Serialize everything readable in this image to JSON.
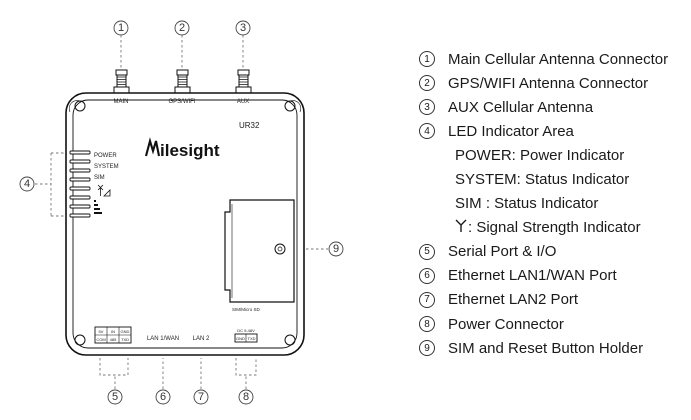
{
  "device": {
    "brand": "Milesight",
    "model": "UR32",
    "antenna_labels": [
      "MAIN",
      "GPS/WIFI",
      "AUX"
    ],
    "led_labels": [
      "POWER",
      "SYSTEM",
      "SIM"
    ],
    "port_labels": {
      "lan1": "LAN 1/WAN",
      "lan2": "LAN 2",
      "power": "DC 9-48V",
      "sd": "SIM/Micro SD"
    },
    "serial_pins_top": [
      "5V",
      "IN",
      "GND"
    ],
    "serial_pins_bottom": [
      "COM",
      "485",
      "TXD"
    ],
    "power_pins": [
      "GND",
      "TXD"
    ]
  },
  "callouts": [
    "1",
    "2",
    "3",
    "4",
    "5",
    "6",
    "7",
    "8",
    "9"
  ],
  "legend": [
    {
      "num": "1",
      "text": "Main Cellular Antenna Connector"
    },
    {
      "num": "2",
      "text": "GPS/WIFI Antenna Connector"
    },
    {
      "num": "3",
      "text": "AUX Cellular Antenna"
    },
    {
      "num": "4",
      "text": "LED Indicator Area"
    },
    {
      "num": "",
      "text": "POWER: Power Indicator"
    },
    {
      "num": "",
      "text": "SYSTEM: Status Indicator"
    },
    {
      "num": "",
      "text": "SIM : Status Indicator"
    },
    {
      "num": "",
      "icon": "signal-antenna-icon",
      "text": ": Signal Strength Indicator"
    },
    {
      "num": "5",
      "text": "Serial Port & I/O"
    },
    {
      "num": "6",
      "text": "Ethernet LAN1/WAN Port"
    },
    {
      "num": "7",
      "text": "Ethernet LAN2 Port"
    },
    {
      "num": "8",
      "text": "Power Connector"
    },
    {
      "num": "9",
      "text": "SIM and Reset Button Holder"
    }
  ]
}
